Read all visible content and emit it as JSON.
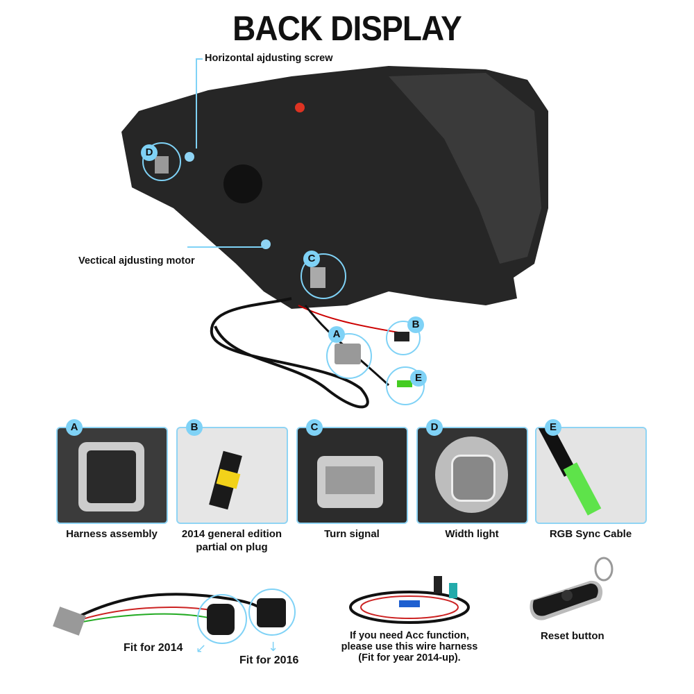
{
  "title": "BACK DISPLAY",
  "callouts": {
    "horizontal_screw": "Horizontal ajdusting screw",
    "vertical_motor": "Vectical ajdusting motor"
  },
  "markers": [
    "A",
    "B",
    "C",
    "D",
    "E"
  ],
  "panels": [
    {
      "letter": "A",
      "caption": "Harness assembly"
    },
    {
      "letter": "B",
      "caption": "2014 general edition",
      "caption2": "partial on plug"
    },
    {
      "letter": "C",
      "caption": "Turn signal"
    },
    {
      "letter": "D",
      "caption": "Width light"
    },
    {
      "letter": "E",
      "caption": "RGB Sync Cable"
    }
  ],
  "bottom": {
    "fit2014": "Fit for 2014",
    "fit2016": "Fit for 2016",
    "acc_line1": "If you need Acc function,",
    "acc_line2": "please use this wire harness",
    "acc_line3": "(Fit for year 2014-up).",
    "reset": "Reset button"
  },
  "colors": {
    "accent": "#7fd2f6"
  }
}
